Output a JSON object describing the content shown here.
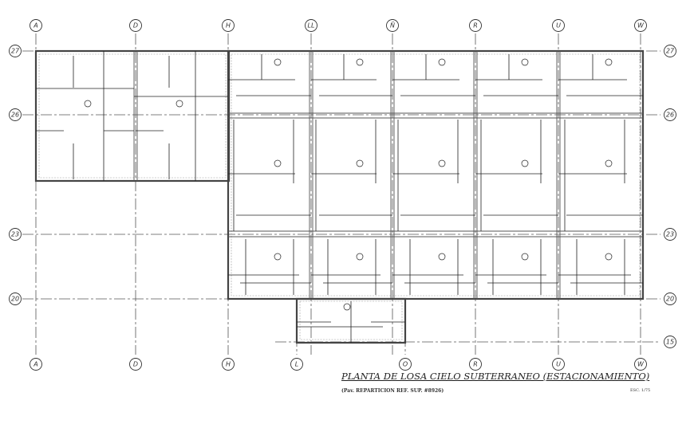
{
  "drawing": {
    "title": "PLANTA DE LOSA CIELO SUBTERRANEO (ESTACIONAMIENTO)",
    "subtitle": "(Pav. REPARTICION REF. SUP. #8926)",
    "scale": "ESC. 1/75"
  },
  "grid": {
    "top_axes": [
      "A",
      "D",
      "H",
      "LL",
      "Ñ",
      "R",
      "U",
      "W"
    ],
    "bottom_axes": [
      "A",
      "D",
      "H",
      "L",
      "O",
      "R",
      "U",
      "W"
    ],
    "rows": [
      "27",
      "26",
      "23",
      "20",
      "15"
    ]
  }
}
